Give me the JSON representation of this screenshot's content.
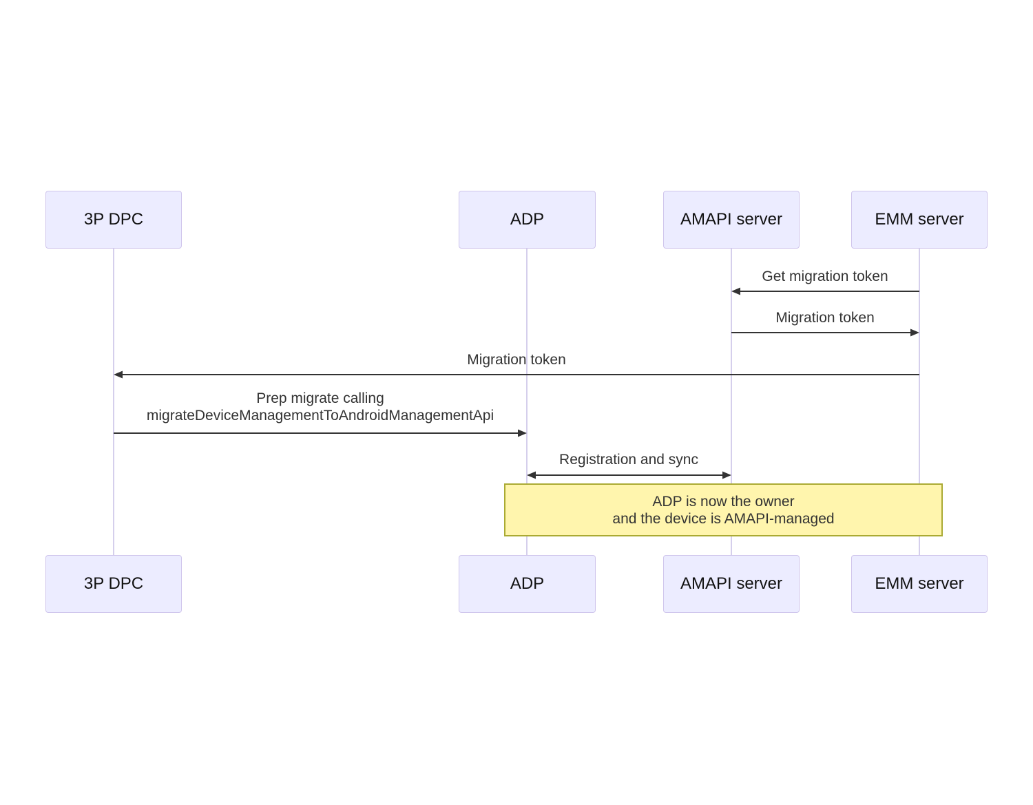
{
  "colors": {
    "actor-fill": "#ECECFF",
    "actor-border": "#CFC5EC",
    "lifeline": "#D5CFEC",
    "arrow": "#333333",
    "message-text": "#333333",
    "note-fill": "#FFF5AD",
    "note-border": "#AAAA33",
    "background": "#FFFFFF"
  },
  "diagram": {
    "type": "sequence",
    "actors": [
      {
        "label": "3P DPC"
      },
      {
        "label": "ADP"
      },
      {
        "label": "AMAPI server"
      },
      {
        "label": "EMM server"
      }
    ],
    "messages": [
      {
        "label": "Get migration token",
        "from": "EMM server",
        "to": "AMAPI server",
        "arrow": "left"
      },
      {
        "label": "Migration token",
        "from": "AMAPI server",
        "to": "EMM server",
        "arrow": "right"
      },
      {
        "label": "Migration token",
        "from": "EMM server",
        "to": "3P DPC",
        "arrow": "left"
      },
      {
        "lines": [
          "Prep migrate calling",
          "migrateDeviceManagementToAndroidManagementApi"
        ],
        "from": "3P DPC",
        "to": "ADP",
        "arrow": "right"
      },
      {
        "label": "Registration and sync",
        "from": "ADP",
        "to": "AMAPI server",
        "arrow": "both"
      }
    ],
    "note": {
      "lines": [
        "ADP is now the owner",
        "and the device is AMAPI-managed"
      ],
      "over": [
        "ADP",
        "EMM server"
      ]
    }
  }
}
